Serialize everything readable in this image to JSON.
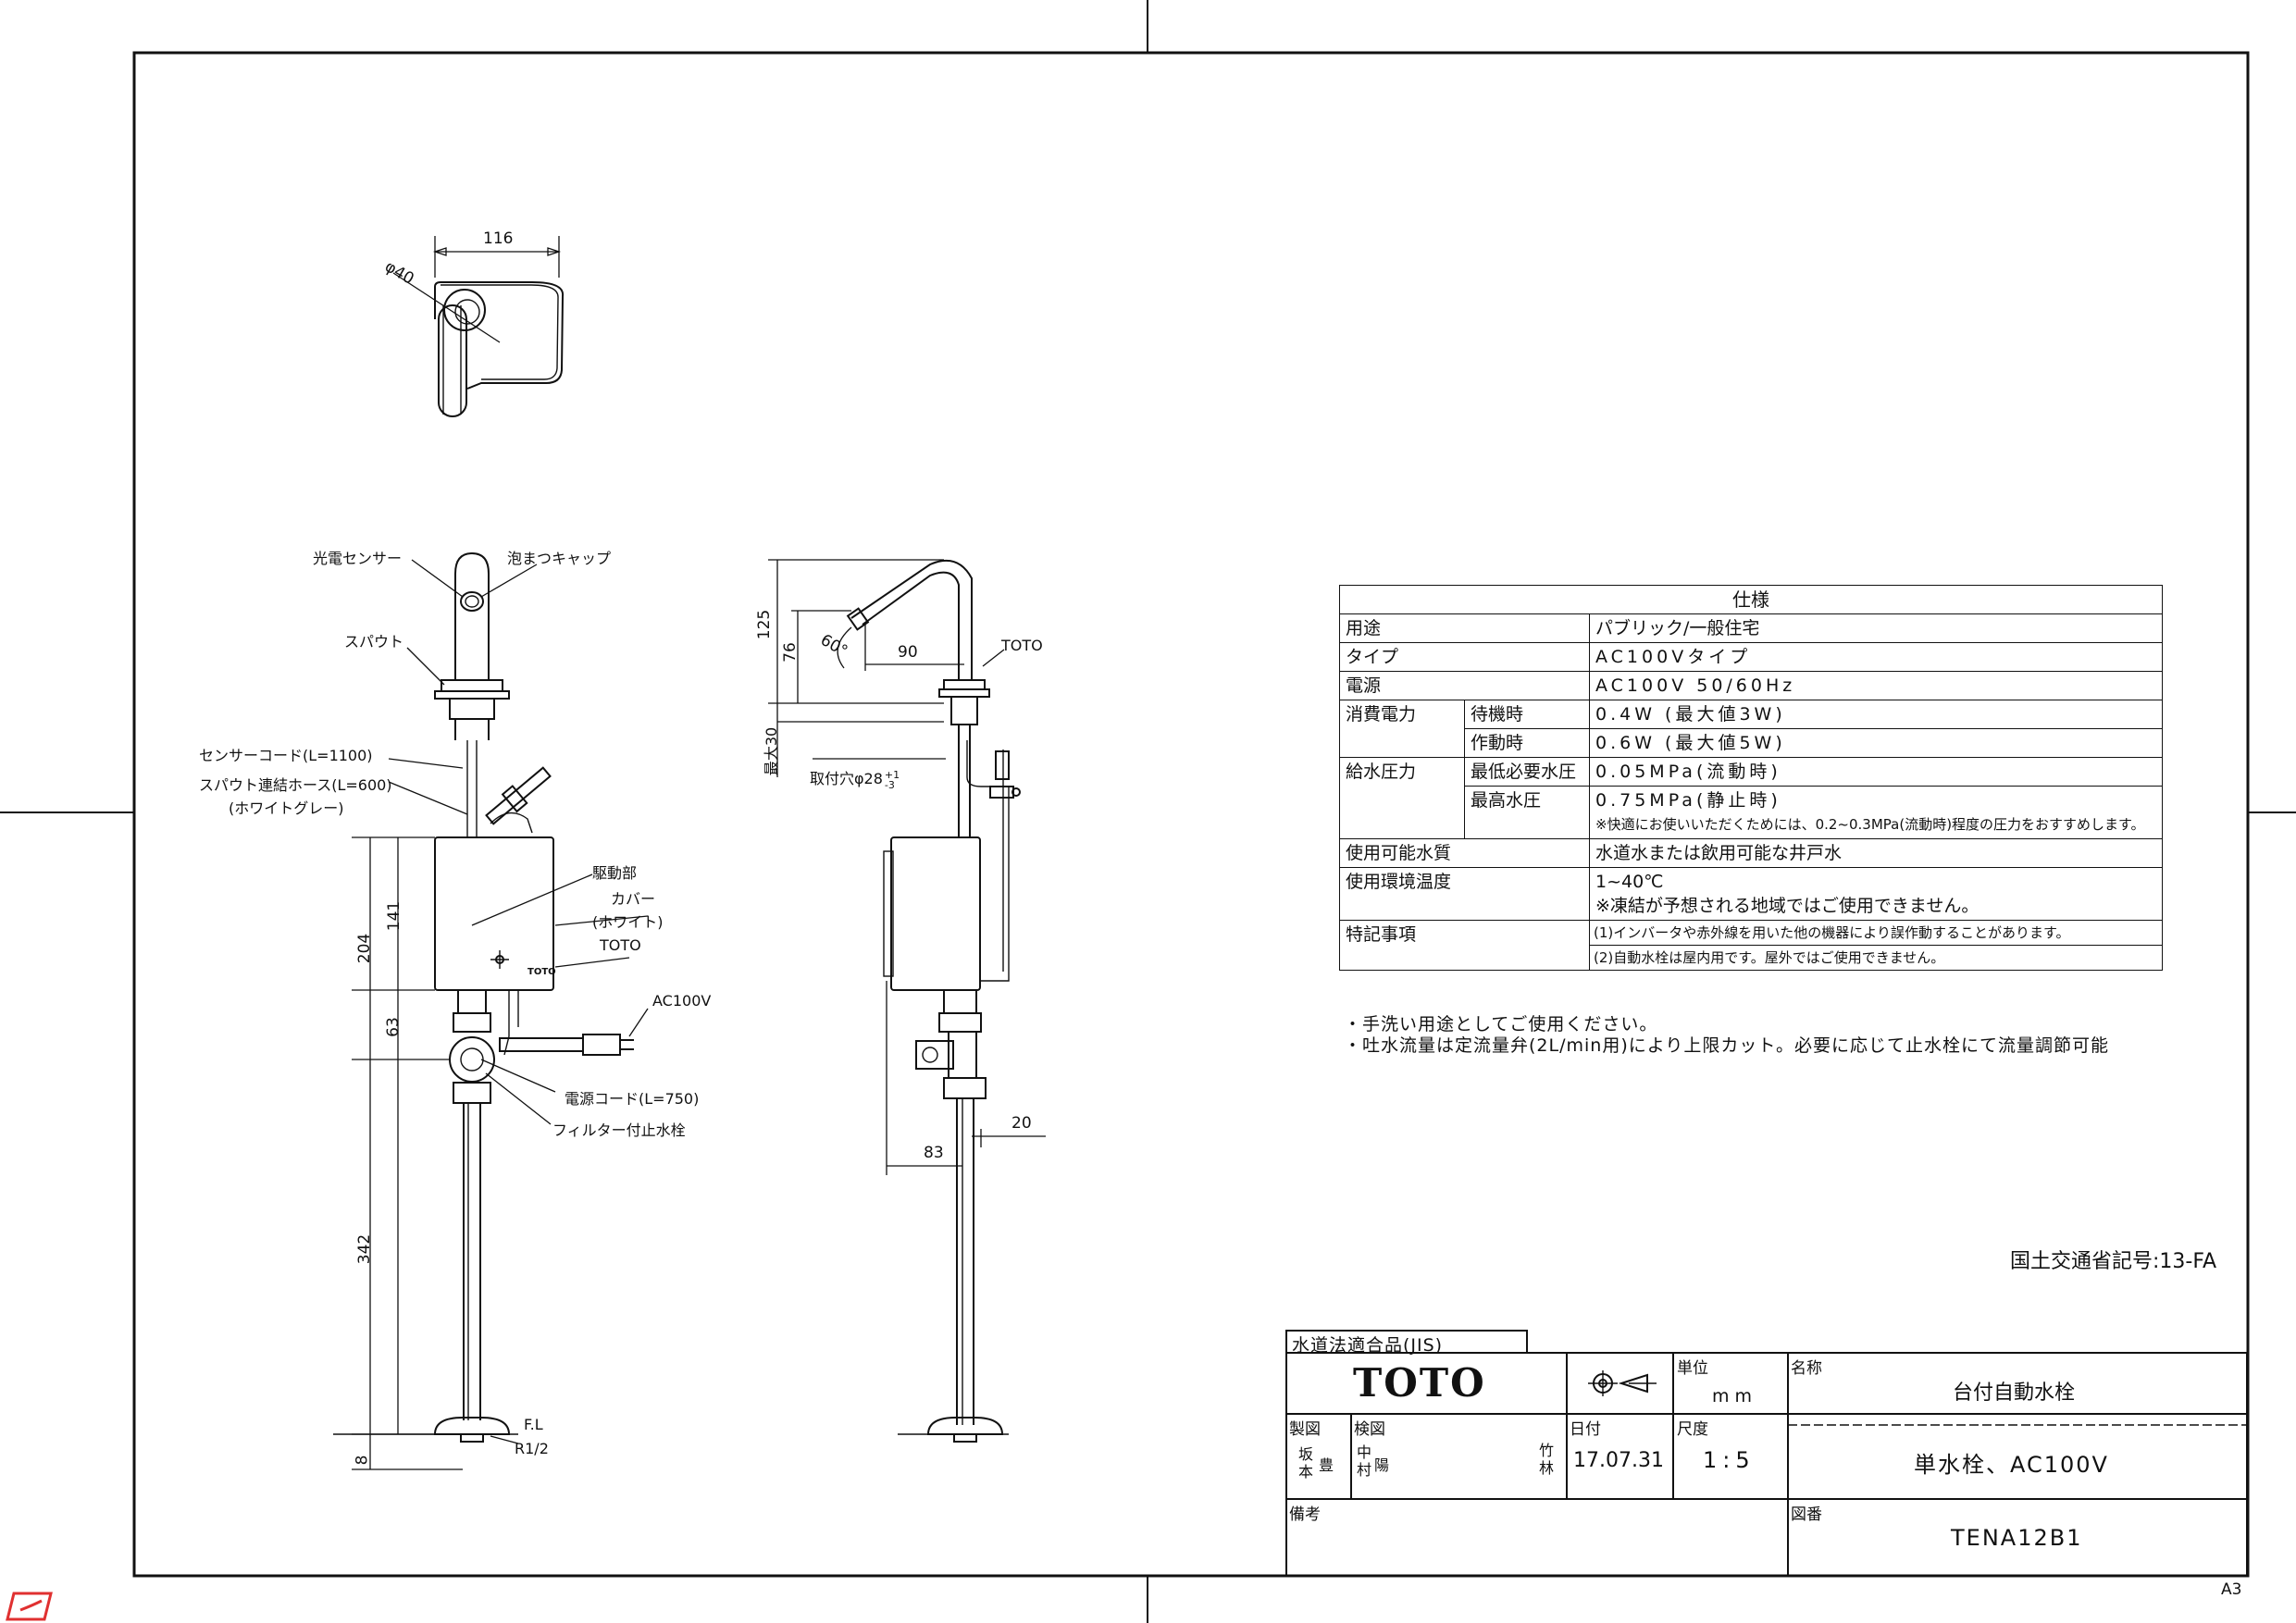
{
  "callouts": {
    "photo_sensor": "光電センサー",
    "foam_cap": "泡まつキャップ",
    "spout": "スパウト",
    "sensor_cord": "センサーコード(L=1100)",
    "spout_hose": "スパウト連結ホース(L=600)",
    "hose_color": "(ホワイトグレー)",
    "drive_unit": "駆動部",
    "cover": "カバー",
    "cover_color": "(ホワイト)",
    "toto_label_front": "TOTO",
    "ac100v": "AC100V",
    "power_cord": "電源コード(L=750)",
    "filter_valve": "フィルター付止水栓",
    "fl": "F.L",
    "r12": "R1/2",
    "toto_label_side": "TOTO",
    "mount_hole": "取付穴φ28",
    "mount_hole_tol_plus": "+1",
    "mount_hole_tol_minus": "-3",
    "max30": "最大30"
  },
  "dimensions": {
    "top_width": "116",
    "top_dia": "φ40",
    "d204": "204",
    "d141": "141",
    "d63": "63",
    "d342": "342",
    "d8": "8",
    "d125": "125",
    "d76": "76",
    "d60deg": "60°",
    "d90": "90",
    "d20": "20",
    "d83": "83"
  },
  "spec": {
    "title": "仕様",
    "rows": {
      "use_label": "用途",
      "use_value": "パブリック/一般住宅",
      "type_label": "タイプ",
      "type_value": "AC100Vタイプ",
      "power_label": "電源",
      "power_value": "AC100V 50/60Hz",
      "consumption_label": "消費電力",
      "standby_label": "待機時",
      "standby_value": "0.4W (最大値3W)",
      "operating_label": "作動時",
      "operating_value": "0.6W (最大値5W)",
      "pressure_label": "給水圧力",
      "min_pressure_label": "最低必要水圧",
      "min_pressure_value": "0.05MPa(流動時)",
      "max_pressure_label": "最高水圧",
      "max_pressure_value": "0.75MPa(静止時)",
      "pressure_note": "※快適にお使いいただくためには、0.2~0.3MPa(流動時)程度の圧力をおすすめします。",
      "water_quality_label": "使用可能水質",
      "water_quality_value": "水道水または飲用可能な井戸水",
      "temp_label": "使用環境温度",
      "temp_value": "1~40℃",
      "temp_note": "※凍結が予想される地域ではご使用できません。",
      "special_label": "特記事項",
      "special_1": "(1)インバータや赤外線を用いた他の機器により誤作動することがあります。",
      "special_2": "(2)自動水栓は屋内用です。屋外ではご使用できません。"
    }
  },
  "notes": [
    "・手洗い用途としてご使用ください。",
    "・吐水流量は定流量弁(2L/min用)により上限カット。必要に応じて止水栓にて流量調節可能"
  ],
  "mlit_code": "国土交通省記号:13-FA",
  "title_block": {
    "jis": "水道法適合品(JIS)",
    "brand": "TOTO",
    "unit_label": "単位",
    "unit_value": "mm",
    "name_label": "名称",
    "name_value": "台付自動水栓",
    "drawn_label": "製図",
    "drawn_value_a": "坂本",
    "drawn_value_b": "豊",
    "checked_label": "検図",
    "checked_value_a": "中村",
    "checked_value_b": "陽",
    "approved_value": "竹林",
    "date_label": "日付",
    "date_value": "17.07.31",
    "scale_label": "尺度",
    "scale_value": "1:5",
    "sub_name": "単水栓、AC100V",
    "remarks_label": "備考",
    "drawing_no_label": "図番",
    "drawing_no_value": "TENA12B1"
  },
  "sheet_size": "A3"
}
